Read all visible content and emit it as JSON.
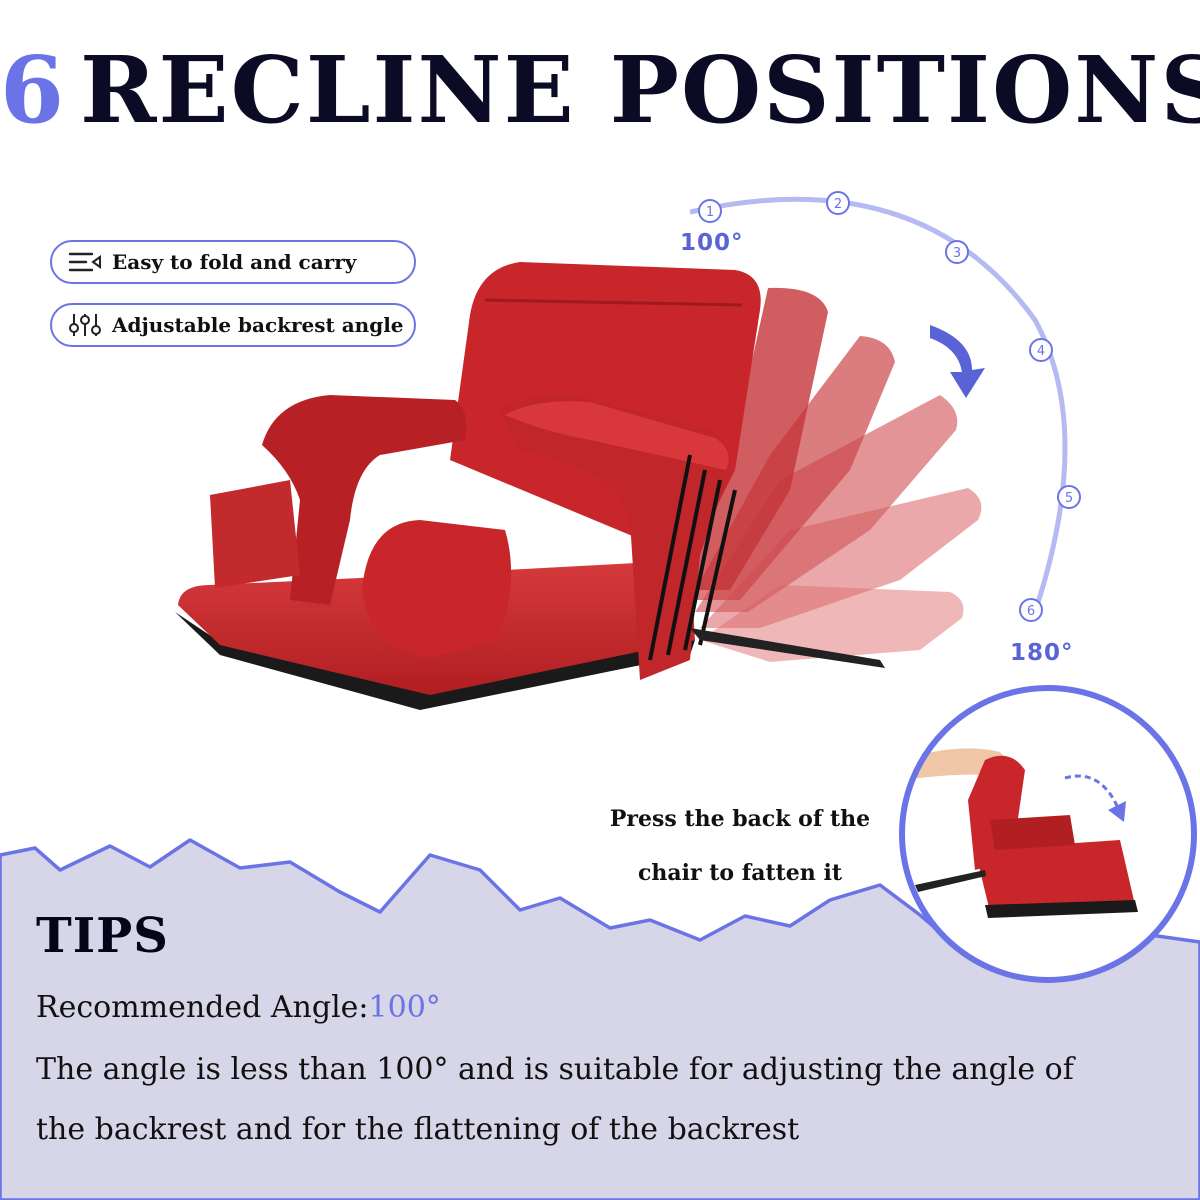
{
  "headline": {
    "number": "6",
    "text": "RECLINE POSITIONS"
  },
  "features": [
    {
      "icon": "collapse-menu-icon",
      "label": "Easy to fold and carry"
    },
    {
      "icon": "sliders-icon",
      "label": "Adjustable backrest angle"
    }
  ],
  "recline_scale": {
    "positions": [
      "1",
      "2",
      "3",
      "4",
      "5",
      "6"
    ],
    "start_label": "100°",
    "end_label": "180°"
  },
  "instruction": {
    "line1": "Press the back of the",
    "line2": "chair to fatten it"
  },
  "tips": {
    "title": "TIPS",
    "recommended_label": "Recommended Angle:",
    "recommended_value": "100°",
    "line1": "The angle is less than 100° and is suitable for adjusting the angle of",
    "line2": "the backrest and for the flattening of the backrest"
  },
  "colors": {
    "accent": "#6b74e6",
    "headline": "#0b0b25",
    "chair_red": "#c8262a",
    "tips_background": "#d6d6e8"
  }
}
